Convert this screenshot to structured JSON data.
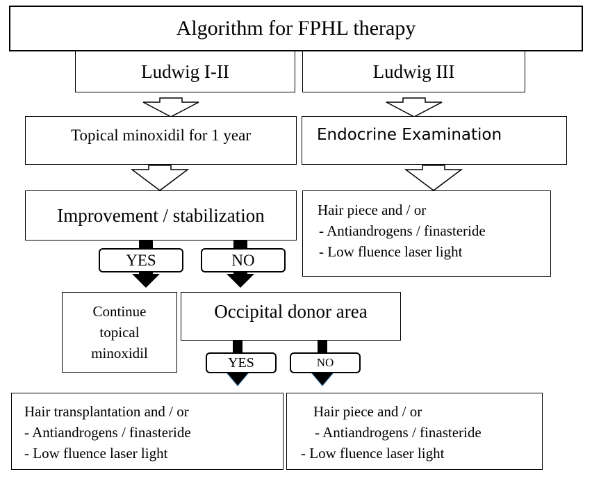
{
  "title": "Algorithm for FPHL therapy",
  "left_branch": {
    "stage": "Ludwig I-II",
    "step1": "Topical minoxidil for 1 year",
    "question": "Improvement / stabilization",
    "yes_label": "YES",
    "no_label": "NO",
    "continue": [
      "Continue",
      "topical",
      "minoxidil"
    ],
    "donor_question": "Occipital donor area",
    "donor_yes_label": "YES",
    "donor_no_label": "NO",
    "donor_yes_result": [
      "Hair transplantation and / or",
      "- Antiandrogens / finasteride",
      "- Low fluence laser light"
    ],
    "donor_no_result": [
      "Hair piece and / or",
      "- Antiandrogens / finasteride",
      "- Low fluence laser light"
    ]
  },
  "right_branch": {
    "stage": "Ludwig III",
    "step1": "Endocrine Examination",
    "result": [
      "Hair piece and / or",
      "- Antiandrogens / finasteride",
      "- Low fluence laser light"
    ]
  }
}
